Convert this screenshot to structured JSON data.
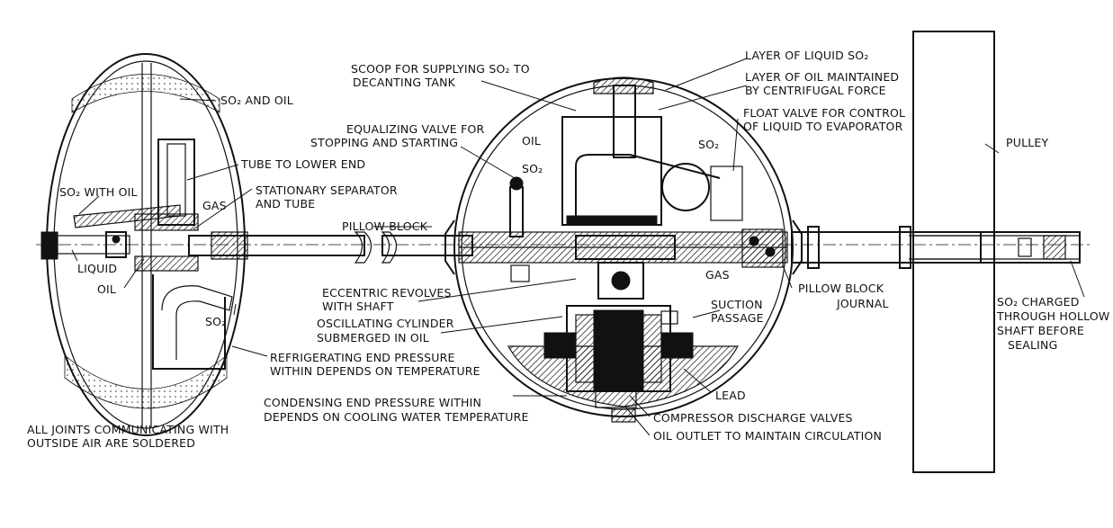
{
  "labels": {
    "so2_and_oil": "SO₂ AND OIL",
    "so2_with_oil": "SO₂ WITH OIL",
    "tube_to_lower_end": "TUBE TO LOWER END",
    "stationary_separator_1": "STATIONARY SEPARATOR",
    "stationary_separator_2": "AND TUBE",
    "gas_left": "GAS",
    "liquid": "LIQUID",
    "oil_left": "OIL",
    "so2_left": "SO₂",
    "refrigerating_1": "REFRIGERATING END PRESSURE",
    "refrigerating_2": "WITHIN DEPENDS ON TEMPERATURE",
    "condensing_1": "CONDENSING END PRESSURE WITHIN",
    "condensing_2": "DEPENDS ON COOLING WATER TEMPERATURE",
    "joints_1": "ALL JOINTS COMMUNICATING WITH",
    "joints_2": "OUTSIDE AIR ARE SOLDERED",
    "pillow_block": "PILLOW BLOCK",
    "equalizing_1": "EQUALIZING VALVE FOR",
    "equalizing_2": "STOPPING AND STARTING",
    "scoop_1": "SCOOP FOR SUPPLYING SO₂ TO",
    "scoop_2": "DECANTING TANK",
    "oil_center": "OIL",
    "so2_center": "SO₂",
    "so2_right": "SO₂",
    "layer_liquid": "LAYER OF LIQUID SO₂",
    "layer_oil_1": "LAYER OF OIL MAINTAINED",
    "layer_oil_2": "BY CENTRIFUGAL FORCE",
    "float_valve_1": "FLOAT VALVE FOR CONTROL",
    "float_valve_2": "OF LIQUID TO EVAPORATOR",
    "eccentric_1": "ECCENTRIC REVOLVES",
    "eccentric_2": "WITH SHAFT",
    "oscillating_1": "OSCILLATING CYLINDER",
    "oscillating_2": "SUBMERGED IN OIL",
    "gas_center": "GAS",
    "suction_1": "SUCTION",
    "suction_2": "PASSAGE",
    "pillow_block_journal_1": "PILLOW BLOCK",
    "pillow_block_journal_2": "JOURNAL",
    "lead": "LEAD",
    "compressor_discharge": "COMPRESSOR DISCHARGE VALVES",
    "oil_outlet": "OIL OUTLET TO MAINTAIN CIRCULATION",
    "pulley": "PULLEY",
    "so2_charged_1": "SO₂ CHARGED",
    "so2_charged_2": "THROUGH HOLLOW",
    "so2_charged_3": "SHAFT BEFORE",
    "so2_charged_4": "SEALING"
  }
}
